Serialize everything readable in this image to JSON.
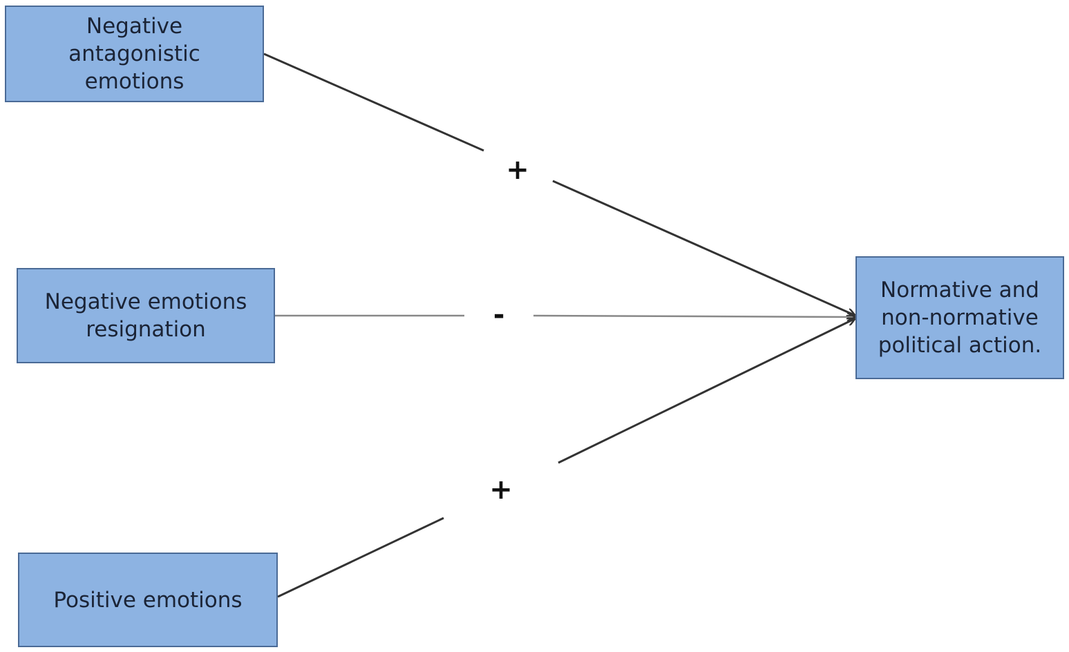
{
  "nodes": {
    "antagonistic": "Negative\nantagonistic\nemotions",
    "resignation": "Negative emotions\nresignation",
    "positive": "Positive emotions",
    "outcome": "Normative and\nnon-normative\npolitical action."
  },
  "edges": {
    "antagonistic_sign": "+",
    "resignation_sign": "-",
    "positive_sign": "+"
  },
  "colors": {
    "box_fill": "#8db3e2",
    "box_border": "#4a6a96",
    "arrow": "#333333"
  }
}
